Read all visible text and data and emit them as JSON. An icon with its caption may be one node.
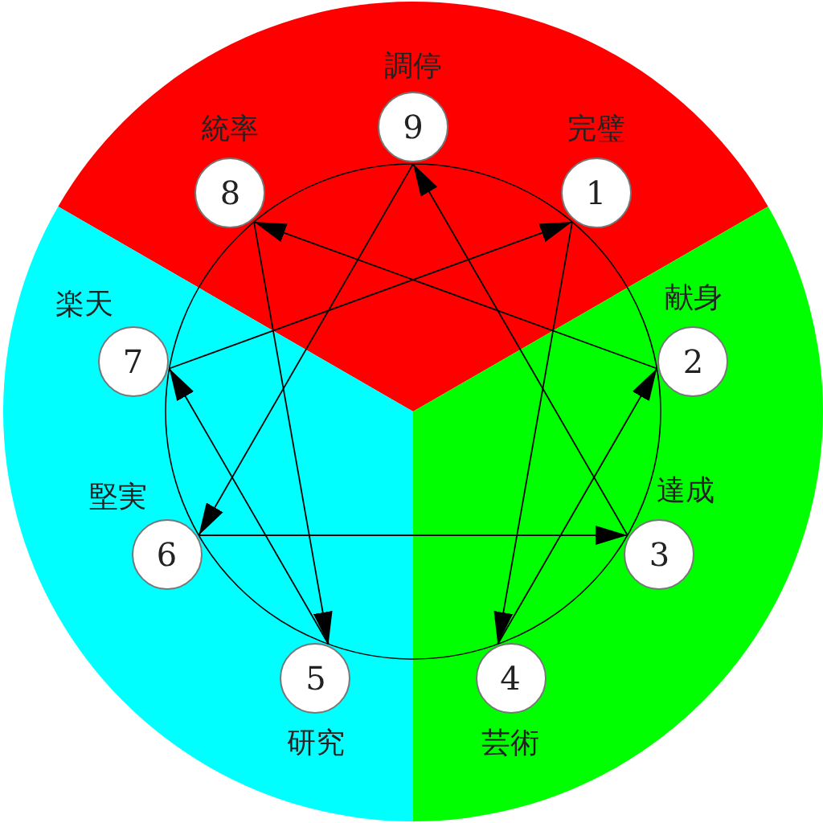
{
  "diagram": {
    "nodes": [
      {
        "text": [
          "1"
        ],
        "beside": [
          "完璧"
        ]
      },
      {
        "text": [
          "2"
        ],
        "beside": [
          "献身"
        ]
      },
      {
        "text": [
          "3"
        ],
        "beside": [
          "達成"
        ]
      },
      {
        "text": [
          "4"
        ],
        "beside": [
          "芸術"
        ]
      },
      {
        "text": [
          "5"
        ],
        "beside": [
          "研究"
        ]
      },
      {
        "text": [
          "6"
        ],
        "beside": [
          "堅実"
        ]
      },
      {
        "text": [
          "7"
        ],
        "beside": [
          "楽天"
        ]
      },
      {
        "text": [
          "8"
        ],
        "beside": [
          "統率"
        ]
      },
      {
        "text": [
          "9"
        ],
        "beside": [
          "調停"
        ]
      }
    ],
    "edges": [
      {
        "from": 0,
        "to": 3,
        "arrow": "to"
      },
      {
        "from": 3,
        "to": 1,
        "arrow": "to"
      },
      {
        "from": 1,
        "to": 7,
        "arrow": "to"
      },
      {
        "from": 7,
        "to": 4,
        "arrow": "to"
      },
      {
        "from": 4,
        "to": 6,
        "arrow": "to"
      },
      {
        "from": 6,
        "to": 0,
        "arrow": "to"
      },
      {
        "from": 8,
        "to": 5,
        "arrow": "to"
      },
      {
        "from": 5,
        "to": 2,
        "arrow": "to"
      },
      {
        "from": 2,
        "to": 8,
        "arrow": "to"
      }
    ]
  }
}
